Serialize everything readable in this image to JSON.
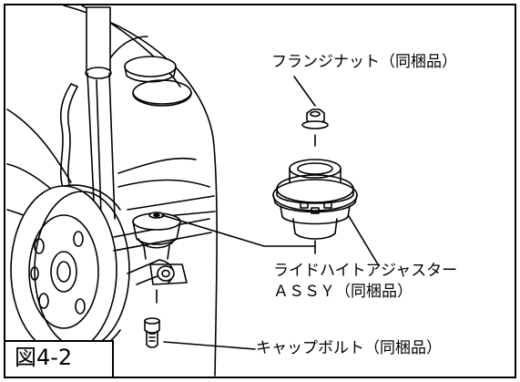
{
  "labels": {
    "flange_nut": "フランジナット（同梱品）",
    "adjuster_line1": "ライドハイトアジャスター",
    "adjuster_line2": "ＡＳＳＹ（同梱品）",
    "cap_bolt": "キャップボルト（同梱品）"
  },
  "figure": {
    "number": "図4-2"
  }
}
